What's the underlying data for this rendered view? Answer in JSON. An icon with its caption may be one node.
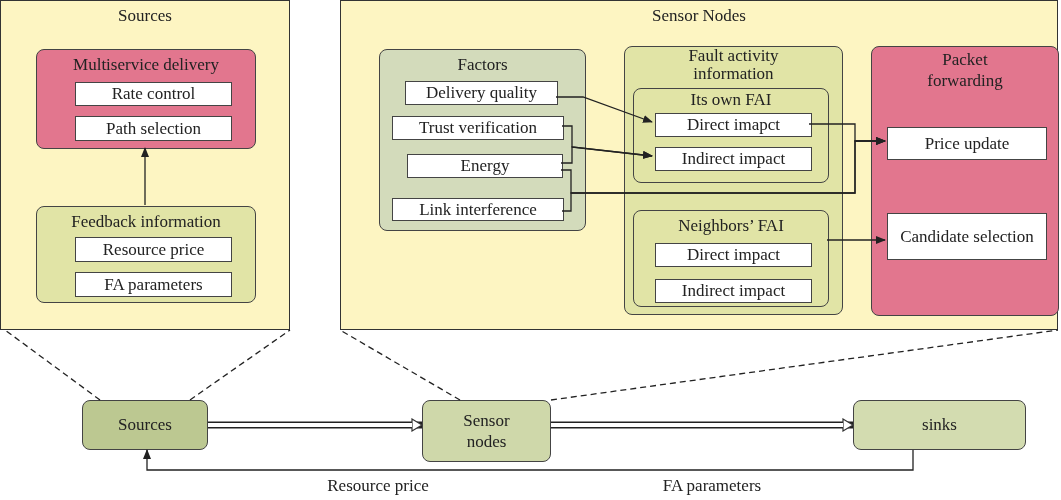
{
  "diagram": {
    "nodes": [
      {
        "text": [
          "Sources"
        ]
      },
      {
        "text": [
          "Multiservice delivery"
        ],
        "in": 0
      },
      {
        "text": [
          "Rate control"
        ],
        "in": 1
      },
      {
        "text": [
          "Path selection"
        ],
        "in": 1
      },
      {
        "text": [
          "Feedback information"
        ],
        "in": 0
      },
      {
        "text": [
          "Resource price"
        ],
        "in": 4
      },
      {
        "text": [
          "FA parameters"
        ],
        "in": 4
      },
      {
        "text": [
          "Sensor Nodes"
        ]
      },
      {
        "text": [
          "Factors"
        ],
        "in": 7
      },
      {
        "text": [
          "Delivery quality"
        ],
        "in": 8
      },
      {
        "text": [
          "Trust verification"
        ],
        "in": 8
      },
      {
        "text": [
          "Energy"
        ],
        "in": 8
      },
      {
        "text": [
          "Link interference"
        ],
        "in": 8
      },
      {
        "text": [
          "Fault activity information"
        ],
        "in": 7
      },
      {
        "text": [
          "Its own FAI"
        ],
        "in": 13
      },
      {
        "text": [
          "Direct imapct"
        ],
        "in": 14
      },
      {
        "text": [
          "Indirect impact"
        ],
        "in": 14
      },
      {
        "text": [
          "Neighbors’ FAI"
        ],
        "in": 13
      },
      {
        "text": [
          "Direct impact"
        ],
        "in": 17
      },
      {
        "text": [
          "Indirect impact"
        ],
        "in": 17
      },
      {
        "text": [
          "Packet forwarding"
        ],
        "in": 7
      },
      {
        "text": [
          "Price update"
        ],
        "in": 20
      },
      {
        "text": [
          "Candidate selection"
        ],
        "in": 20
      },
      {
        "text": [
          "Sources"
        ]
      },
      {
        "text": [
          "Sensor nodes"
        ]
      },
      {
        "text": [
          "sinks"
        ]
      }
    ],
    "edges": [
      {
        "from": 4,
        "to": 1,
        "arrow": "to"
      },
      {
        "from": 9,
        "to": 15,
        "arrow": "to"
      },
      {
        "from": 10,
        "to": 16,
        "arrow": "to"
      },
      {
        "from": 11,
        "to": 16,
        "arrow": "to"
      },
      {
        "from": 11,
        "to": 21,
        "arrow": "to"
      },
      {
        "from": 12,
        "to": 21,
        "arrow": "to"
      },
      {
        "from": 15,
        "to": 21,
        "arrow": "to"
      },
      {
        "from": 17,
        "to": 22,
        "arrow": "to"
      },
      {
        "from": 23,
        "to": 0,
        "arrow": "none",
        "style": "dashed"
      },
      {
        "from": 23,
        "to": 0,
        "arrow": "none",
        "style": "dashed"
      },
      {
        "from": 24,
        "to": 7,
        "arrow": "none",
        "style": "dashed"
      },
      {
        "from": 24,
        "to": 7,
        "arrow": "none",
        "style": "dashed"
      },
      {
        "from": 23,
        "to": 24,
        "arrow": "to",
        "style": "thick"
      },
      {
        "from": 24,
        "to": 25,
        "arrow": "to",
        "style": "thick"
      },
      {
        "from": 25,
        "to": 23,
        "arrow": "to"
      }
    ],
    "labels": [
      "Resource price",
      "FA parameters"
    ]
  }
}
